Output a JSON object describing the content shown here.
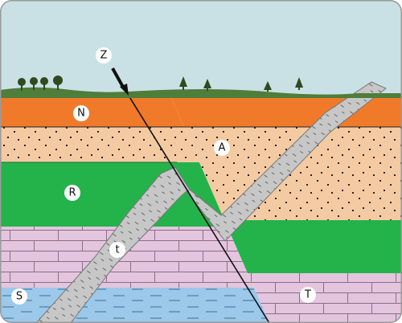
{
  "labels": {
    "Z": "Z",
    "N": "N",
    "A": "A",
    "R": "R",
    "t": "t",
    "S": "S",
    "T": "T"
  },
  "colors": {
    "sky": "#c9e1e5",
    "ground_line": "#3e7a3a",
    "layer_N": "#f07a2a",
    "layer_A": "#f4caa2",
    "layer_R": "#24b24b",
    "layer_limestone": "#e3c5de",
    "layer_S": "#9cc8ea",
    "dike": "#c7c7c7",
    "fault": "#111111"
  },
  "icons": {
    "trees": "tree-icon",
    "arrow": "arrow-icon"
  }
}
